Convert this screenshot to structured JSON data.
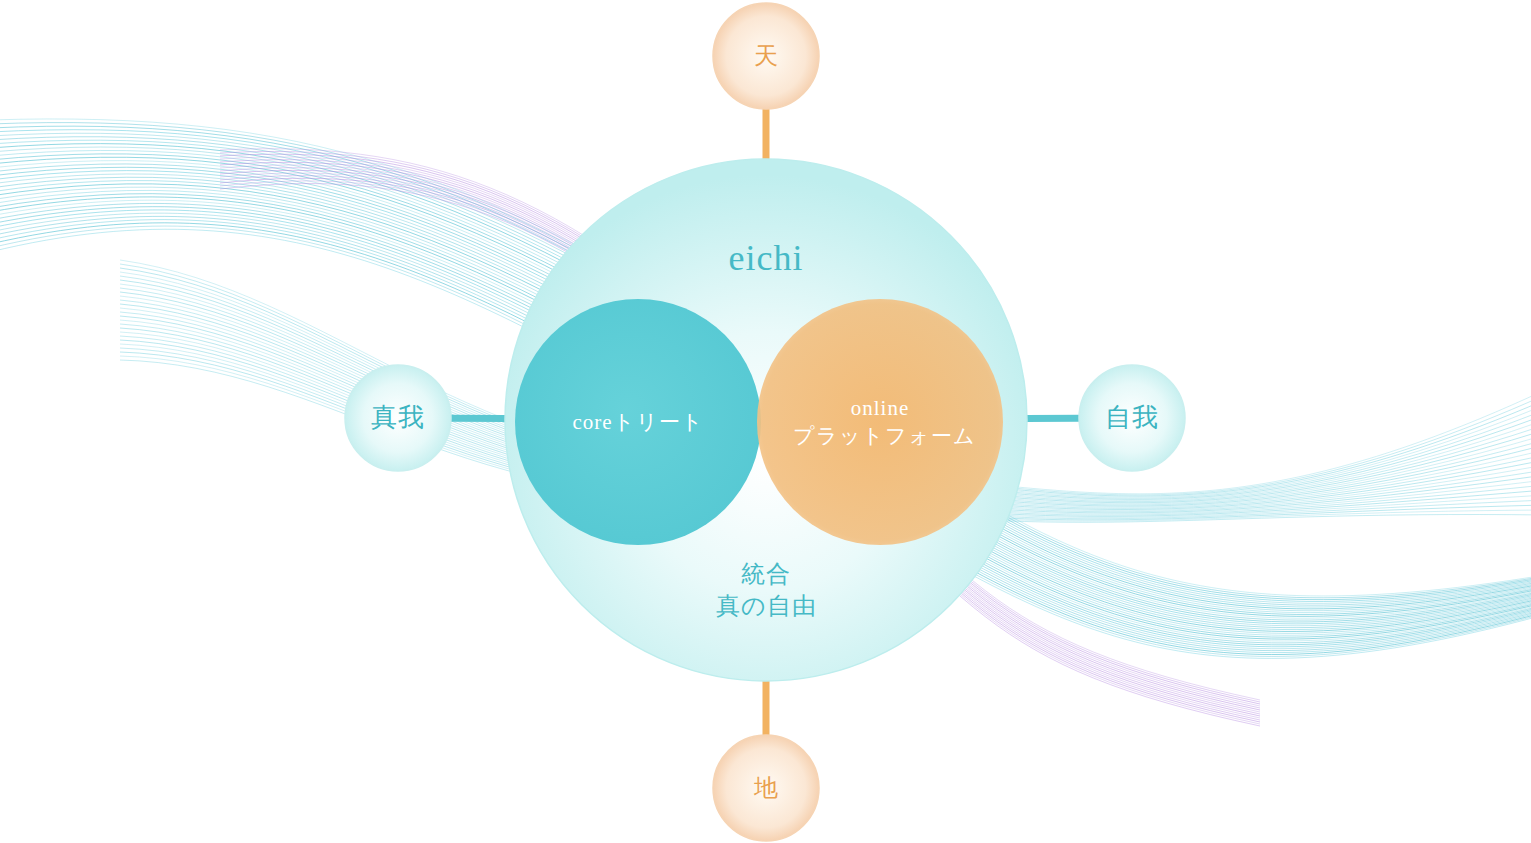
{
  "diagram": {
    "nodes": [
      {
        "text": [
          "天"
        ]
      },
      {
        "text": [
          "eichi",
          "統合 真の自由"
        ]
      },
      {
        "text": [
          "真我"
        ]
      },
      {
        "text": [
          "coreトリート"
        ],
        "in": 1
      },
      {
        "text": [
          "online プラットフォーム"
        ],
        "in": 1
      },
      {
        "text": [
          "自我"
        ]
      },
      {
        "text": [
          "地"
        ]
      }
    ],
    "edges": [
      {
        "from": 0,
        "to": 1,
        "arrow": "none"
      },
      {
        "from": 2,
        "to": 1,
        "arrow": "none"
      },
      {
        "from": 1,
        "to": 5,
        "arrow": "none"
      },
      {
        "from": 1,
        "to": 6,
        "arrow": "none"
      }
    ]
  }
}
